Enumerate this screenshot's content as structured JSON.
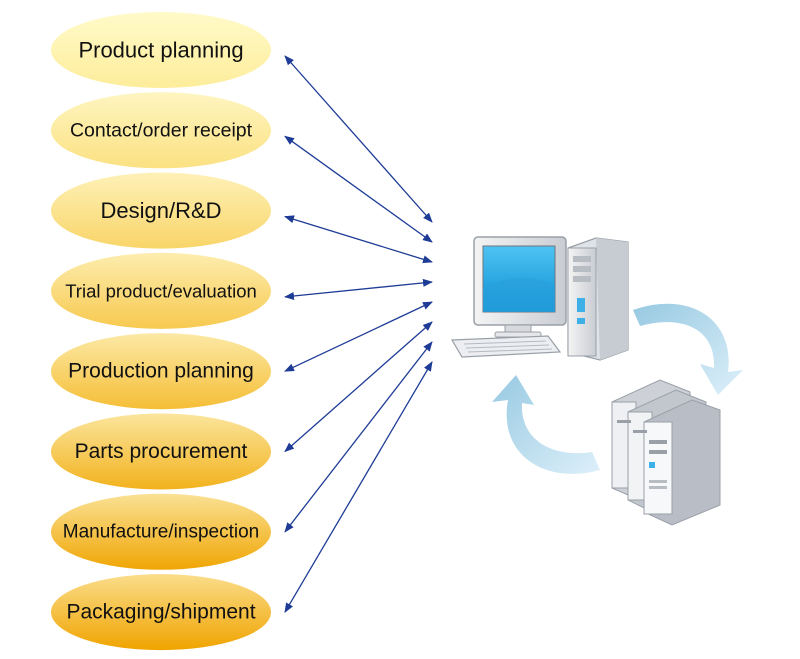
{
  "stages": [
    {
      "label": "Product planning"
    },
    {
      "label": "Contact/order receipt"
    },
    {
      "label": "Design/R&D"
    },
    {
      "label": "Trial product/evaluation"
    },
    {
      "label": "Production planning"
    },
    {
      "label": "Parts procurement"
    },
    {
      "label": "Manufacture/inspection"
    },
    {
      "label": "Packaging/shipment"
    }
  ],
  "icons": {
    "client": "desktop-computer-icon",
    "server": "server-rack-icon",
    "sync": "sync-cycle-arrows-icon"
  },
  "colors": {
    "arrow": "#1e3c96",
    "stage_top_start": "#fff7b0",
    "stage_bottom_end": "#f0a400",
    "monitor_screen": "#1aa7e6",
    "cycle_arrow": "#a9d6ee"
  }
}
